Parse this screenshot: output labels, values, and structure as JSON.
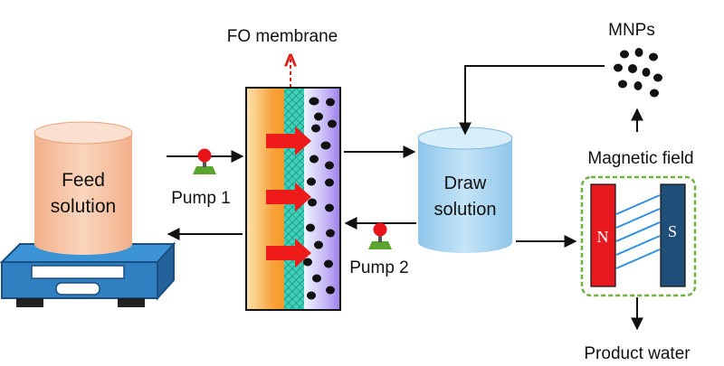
{
  "labels": {
    "fo_membrane": "FO membrane",
    "mnps": "MNPs",
    "magnetic_field": "Magnetic field",
    "feed_line1": "Feed",
    "feed_line2": "solution",
    "pump1": "Pump 1",
    "draw_line1": "Draw",
    "draw_line2": "solution",
    "pump2": "Pump 2",
    "product_water": "Product water",
    "magnet_n": "N",
    "magnet_s": "S"
  },
  "colors": {
    "feed_tank": "#f7c4a6",
    "draw_tank": "#b7dcf2",
    "stirrer": "#2f7fc1",
    "membrane_orange": "#f7a23a",
    "membrane_hatch": "#38c9b3",
    "membrane_purple": "#b59bf0",
    "arrow_red": "#ef1a1a",
    "dashed_red": "#e0201a",
    "pump_head": "#e8141a",
    "pump_base": "#5aa52f",
    "magnet_n": "#e8191e",
    "magnet_s": "#1f4e79",
    "field_lines": "#2f8fe0",
    "separator_border": "#70b040",
    "particles": "#111111"
  }
}
